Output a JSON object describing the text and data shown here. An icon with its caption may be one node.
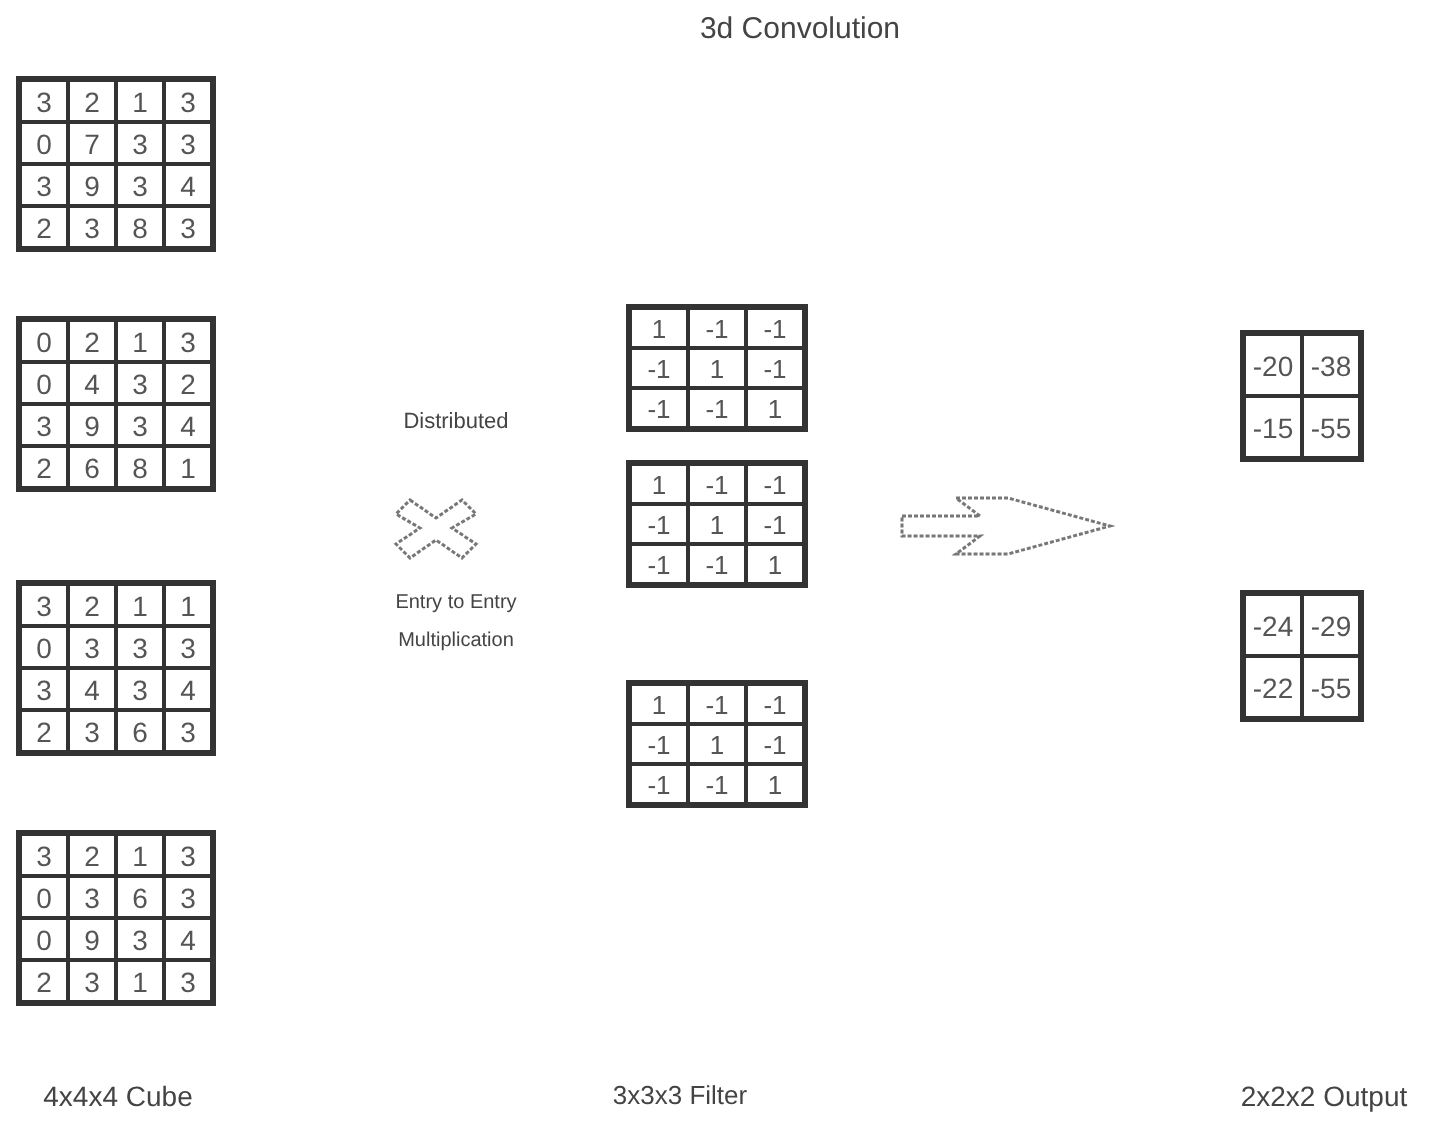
{
  "diagram": {
    "title": "3d Convolution",
    "labels": [
      "3",
      "2",
      "1",
      "3",
      "0",
      "7",
      "3",
      "3",
      "3",
      "9",
      "3",
      "4",
      "2",
      "3",
      "8",
      "3",
      "0",
      "2",
      "1",
      "3",
      "0",
      "4",
      "3",
      "2",
      "3",
      "9",
      "3",
      "4",
      "2",
      "6",
      "8",
      "1",
      "3",
      "2",
      "1",
      "1",
      "0",
      "3",
      "3",
      "3",
      "3",
      "4",
      "3",
      "4",
      "2",
      "3",
      "6",
      "3",
      "3",
      "2",
      "1",
      "3",
      "0",
      "3",
      "6",
      "3",
      "0",
      "9",
      "3",
      "4",
      "2",
      "3",
      "1",
      "3",
      "1",
      "-1",
      "-1",
      "-1",
      "1",
      "-1",
      "-1",
      "-1",
      "1",
      "1",
      "-1",
      "-1",
      "-1",
      "1",
      "-1",
      "-1",
      "-1",
      "1",
      "1",
      "-1",
      "-1",
      "-1",
      "1",
      "-1",
      "-1",
      "-1",
      "1",
      "-20",
      "-38",
      "-15",
      "-55",
      "-24",
      "-29",
      "-22",
      "-55",
      "Distributed",
      "Entry to Entry Multiplication",
      "4x4x4 Cube",
      "3x3x3 Filter",
      "2x2x2 Output"
    ]
  }
}
